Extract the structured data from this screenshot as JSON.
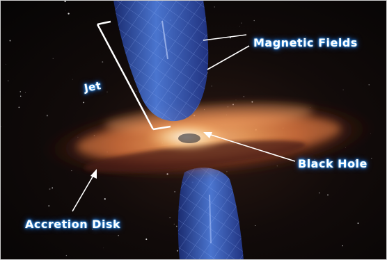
{
  "diagram": {
    "labels": {
      "magnetic_fields": "Magnetic Fields",
      "jet": "Jet",
      "black_hole": "Black Hole",
      "accretion_disk": "Accretion Disk"
    },
    "colors": {
      "space": "#0a0708",
      "disk_core": "#ffd9a0",
      "disk_outer": "#c4542a",
      "jet": "#3a64c8",
      "jet_grid": "#8fb0ff",
      "label_glow": "#2a8cff",
      "pointer": "#ffffff"
    }
  }
}
